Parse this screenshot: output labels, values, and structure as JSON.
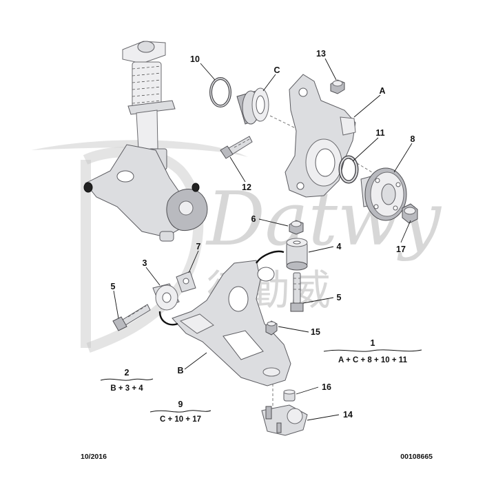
{
  "watermark": {
    "latin": "Datwy",
    "chinese": "德勤威"
  },
  "callouts": {
    "c1": "1",
    "c2": "2",
    "c3": "3",
    "c4": "4",
    "c5a": "5",
    "c5b": "5",
    "c6": "6",
    "c7": "7",
    "c8": "8",
    "c9": "9",
    "c10": "10",
    "c11": "11",
    "c12": "12",
    "c13": "13",
    "c14": "14",
    "c15": "15",
    "c16": "16",
    "c17": "17",
    "cA": "A",
    "cB": "B",
    "cC": "C"
  },
  "kits": [
    {
      "number": "1",
      "composition": "A + C + 8 + 10 + 11"
    },
    {
      "number": "2",
      "composition": "B + 3 + 4"
    },
    {
      "number": "9",
      "composition": "C + 10 + 17"
    }
  ],
  "footer": {
    "date": "10/2016",
    "reference": "00108665"
  }
}
